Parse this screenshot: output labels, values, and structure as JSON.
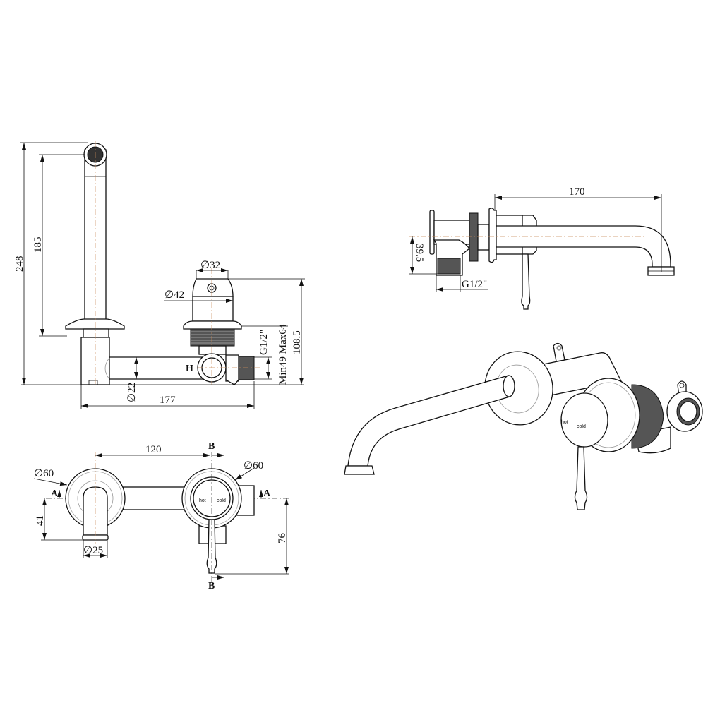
{
  "side_view": {
    "dim_total_height": "248",
    "dim_spout_height": "185",
    "dim_cap_diameter": "∅32",
    "dim_body_diameter": "∅42",
    "dim_overall_depth": "108.5",
    "dim_wall_range": "Min49 Max64",
    "dim_thread": "G1/2\"",
    "dim_pipe_diameter": "∅22",
    "dim_width": "177",
    "label_hot": "H"
  },
  "top_view": {
    "dim_spout_reach": "170",
    "dim_inlet_offset": "39.5",
    "dim_thread": "G1/2\""
  },
  "front_view": {
    "dim_centers": "120",
    "dim_spout_plate": "∅60",
    "dim_mixer_plate": "∅60",
    "dim_spout_outlet": "∅25",
    "dim_spout_drop": "41",
    "dim_lever_drop": "76",
    "section_a": "A",
    "section_b": "B",
    "label_hot": "hot",
    "label_cold": "cold"
  },
  "iso_view": {
    "label_hot": "hot",
    "label_cold": "cold"
  },
  "colors": {
    "line": "#111111",
    "centerline": "#c98a5a",
    "background": "#ffffff"
  }
}
